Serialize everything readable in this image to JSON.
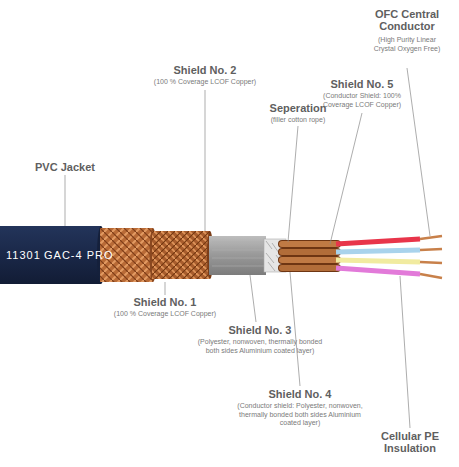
{
  "diagram": {
    "labels": [
      "OFC Central Conductor",
      "(High Purity Linear Crystal Oxygen Free)",
      "Shield No. 5",
      "(Conductor Shield: 100% Coverage LCOF Copper)",
      "Seperation",
      "(filler cotton rope)",
      "PVC Jacket",
      "Shield No. 2",
      "(100 % Coverage LCOF Copper)",
      "11301",
      "GAC-4 PRO",
      "Shield No. 1",
      "(100 % Coverage LCOF Copper)",
      "Shield No. 3",
      "(Polyester, nonwoven, thermally bonded both sides Aluminium coated layer)",
      "Shield No. 4",
      "(Conductor shield: Polyester, nonwoven, thermally bonded both sides Aluminium coated layer)",
      "Cellular PE Insulation"
    ]
  }
}
